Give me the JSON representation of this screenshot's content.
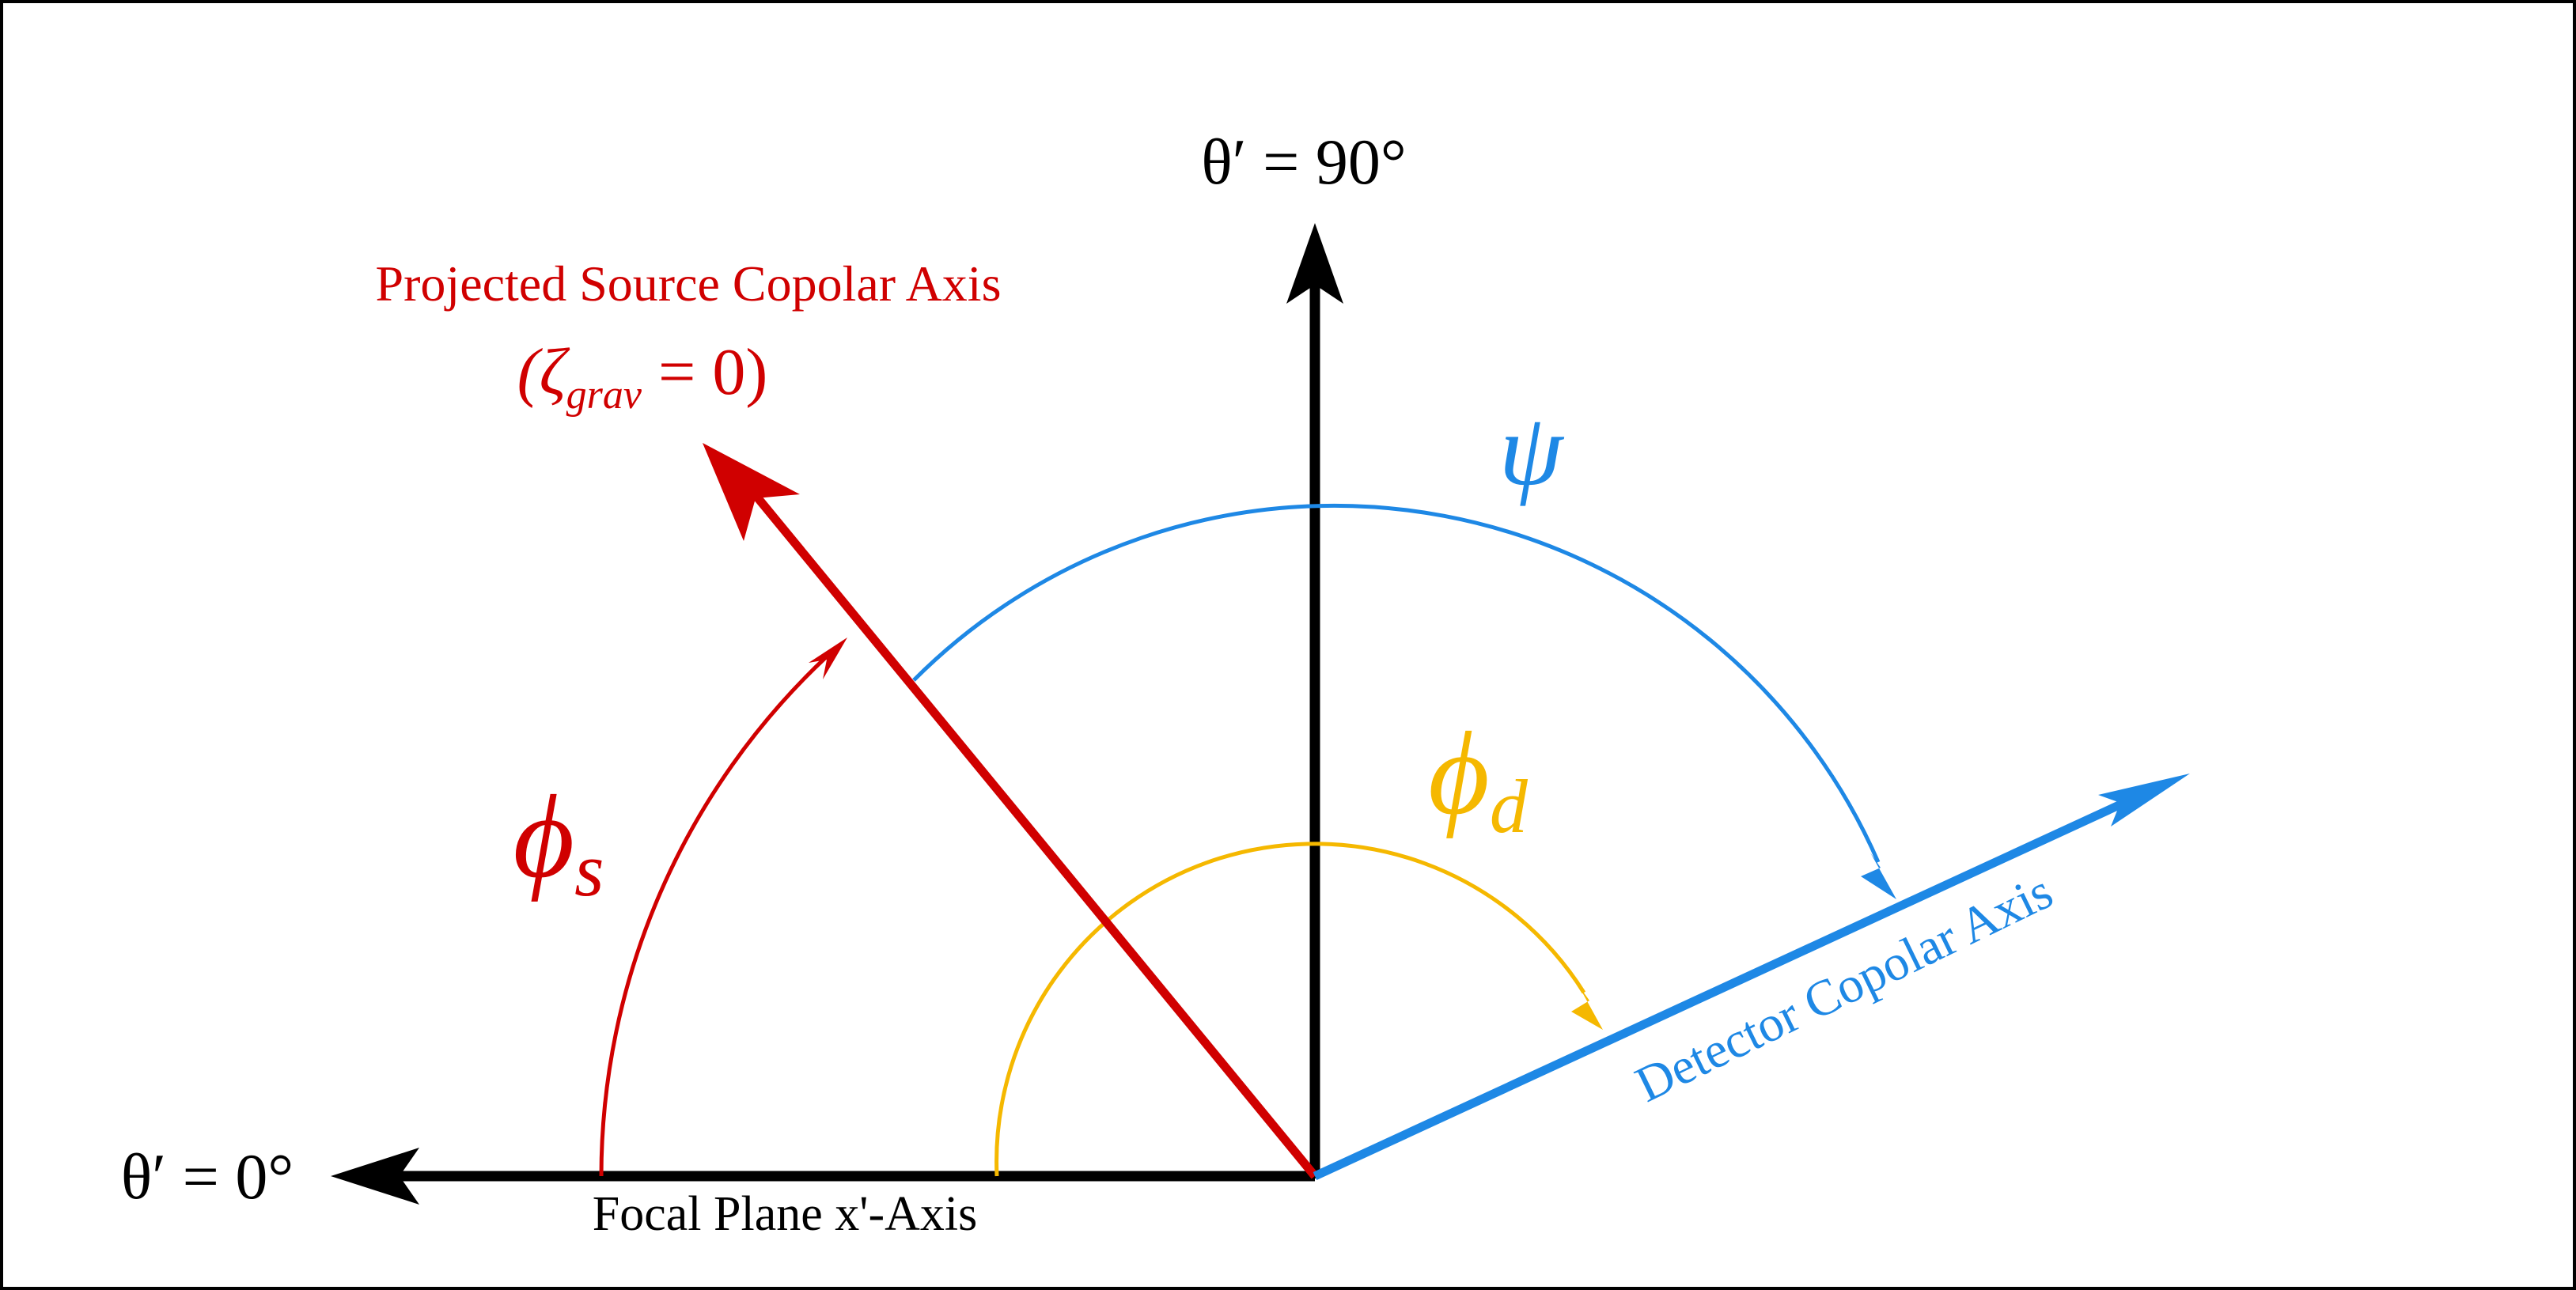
{
  "labels": {
    "theta_90": "θ′ = 90°",
    "theta_0": "θ′ = 0°",
    "focal_plane_axis": "Focal Plane x'-Axis",
    "source_axis_title": "Projected Source Copolar Axis",
    "zeta_open": "(ζ",
    "zeta_sub": "grav",
    "zeta_close": " = 0)",
    "psi": "ψ",
    "phi_s": "ϕ",
    "phi_s_sub": "s",
    "phi_d": "ϕ",
    "phi_d_sub": "d",
    "detector_axis": "Detector Copolar Axis"
  },
  "colors": {
    "axis": "#000000",
    "source": "#d00000",
    "detector": "#1e88e5",
    "phi_d": "#f5b800",
    "frame": "#000000"
  }
}
